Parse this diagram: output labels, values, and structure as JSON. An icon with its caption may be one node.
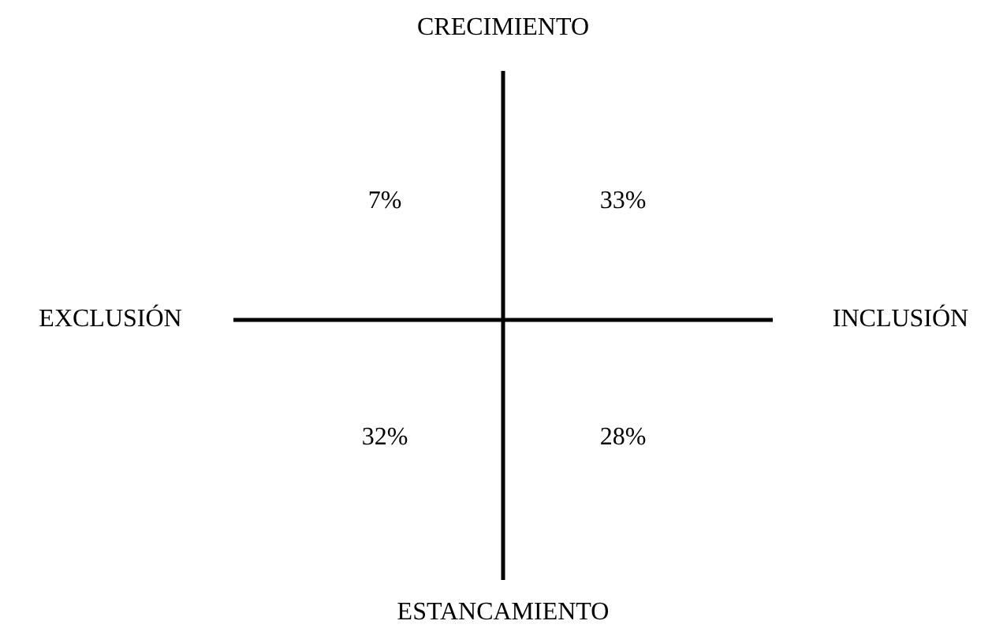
{
  "diagram": {
    "labels": [
      "CRECIMIENTO",
      "7%",
      "33%",
      "EXCLUSIÓN",
      "INCLUSIÓN",
      "32%",
      "28%",
      "ESTANCAMIENTO"
    ]
  }
}
